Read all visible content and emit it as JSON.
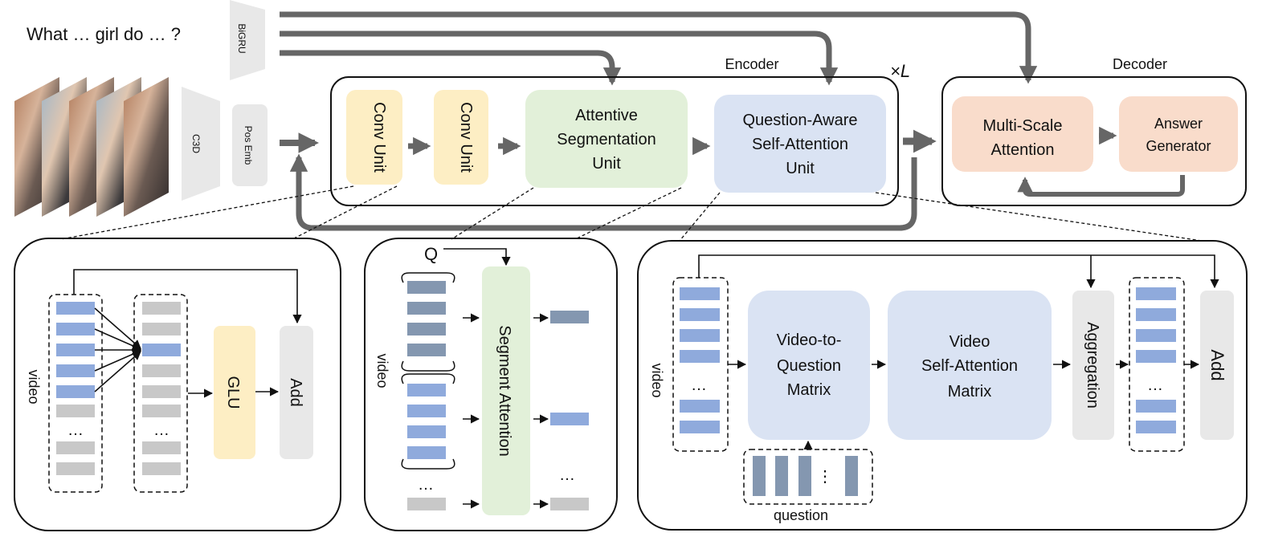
{
  "question_text": "What … girl do … ?",
  "blocks": {
    "bigru": "BiGRU",
    "c3d": "C3D",
    "pos_emb": "Pos Emb",
    "encoder_title": "Encoder",
    "repeat": "×L",
    "decoder_title": "Decoder",
    "conv_unit_1": "Conv Unit",
    "conv_unit_2": "Conv Unit",
    "attentive_segmentation": [
      "Attentive",
      "Segmentation",
      "Unit"
    ],
    "question_aware": [
      "Question-Aware",
      "Self-Attention",
      "Unit"
    ],
    "multi_scale": [
      "Multi-Scale",
      "Attention"
    ],
    "answer_generator": [
      "Answer",
      "Generator"
    ]
  },
  "conv_detail": {
    "video_label": "video",
    "ellipsis_1": "…",
    "ellipsis_2": "…",
    "glu": "GLU",
    "add": "Add"
  },
  "segment_detail": {
    "q_label": "Q",
    "video_label": "video",
    "segment_attention": "Segment Attention",
    "ellipsis_left": "…",
    "ellipsis_right": "…"
  },
  "qa_detail": {
    "video_label": "video",
    "ellipsis_left": "…",
    "ellipsis_right": "…",
    "ellipsis_question": "⋮",
    "video_to_question": [
      "Video-to-",
      "Question",
      "Matrix"
    ],
    "video_self_attention": [
      "Video",
      "Self-Attention",
      "Matrix"
    ],
    "aggregation": "Aggregation",
    "add": "Add",
    "question_label": "question"
  },
  "colors": {
    "conv_fill": "#fdeec4",
    "segment_fill": "#e2f0d9",
    "qa_fill": "#dae3f3",
    "decoder_fill": "#f9dccb",
    "gray_block": "#e8e8e8",
    "feature_blue": "#8faadc",
    "feature_gray": "#c8c8c8",
    "feature_dark": "#8497b0",
    "arrow_gray": "#666666"
  }
}
